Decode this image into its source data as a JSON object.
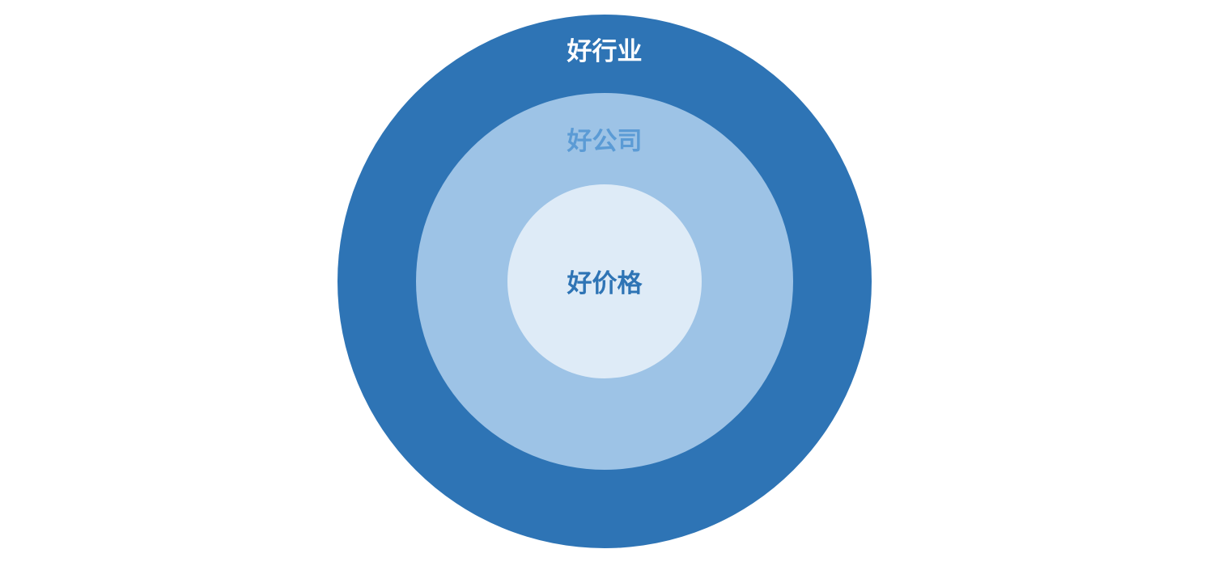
{
  "diagram": {
    "rings": [
      {
        "label": "好行业",
        "fill": "#2e74b5",
        "text_color": "#ffffff"
      },
      {
        "label": "好公司",
        "fill": "#9dc3e6",
        "text_color": "#5b9bd5"
      },
      {
        "label": "好价格",
        "fill": "#deebf7",
        "text_color": "#2e74b5"
      }
    ]
  }
}
